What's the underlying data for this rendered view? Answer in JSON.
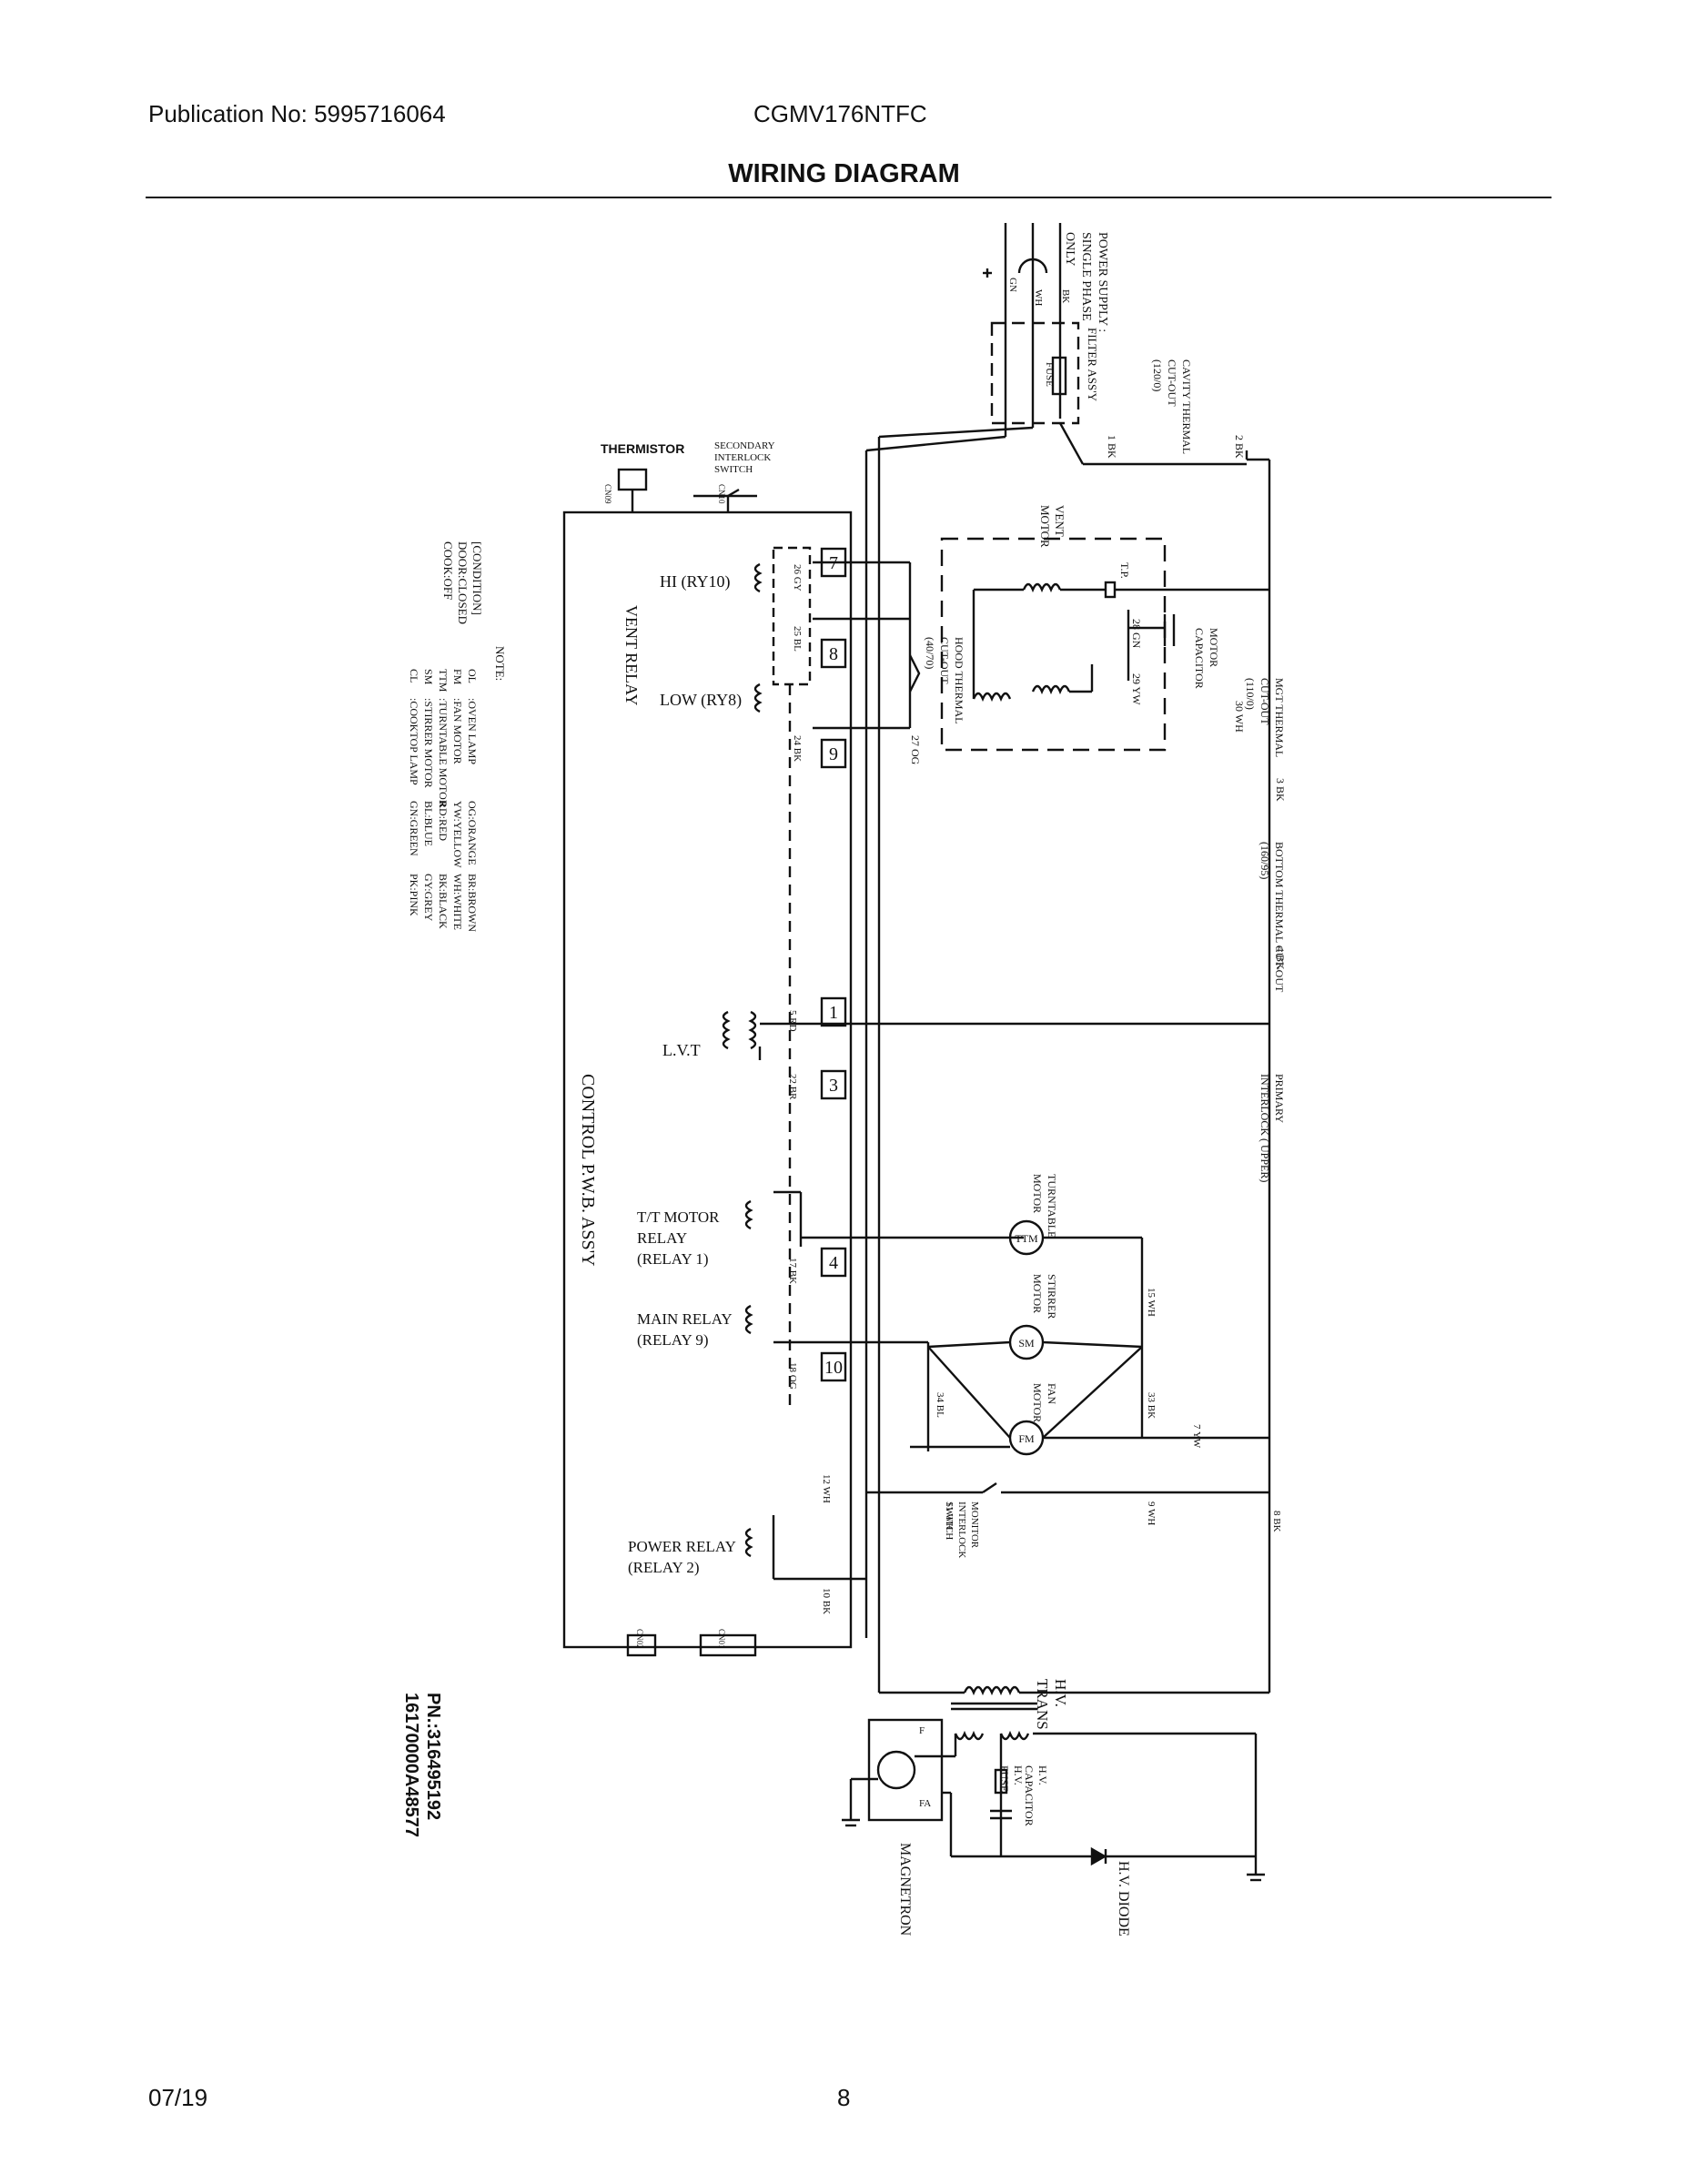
{
  "header": {
    "publication": "Publication No: 5995716064",
    "model": "CGMV176NTFC",
    "title": "WIRING DIAGRAM"
  },
  "footer": {
    "date": "07/19",
    "page_number": "8"
  },
  "pn": {
    "line1": "PN.:316495192",
    "line2": "16170000A48577"
  },
  "labels": {
    "power_supply": "POWER SUPPLY :",
    "single_phase": "SINGLE PHASE",
    "only": "ONLY",
    "wire_gn": "GN",
    "wire_wh": "WH",
    "wire_bk": "BK",
    "filter": "FILTER ASS'Y",
    "fuse": "FUSE",
    "cavity_thermal": "CAVITY THERMAL",
    "cavity_cutout": "CUT-OUT",
    "cavity_rating": "(120/0)",
    "thermistor": "THERMISTOR",
    "secondary_1": "SECONDARY",
    "secondary_2": "INTERLOCK",
    "secondary_3": "SWITCH",
    "vent_motor_1": "VENT",
    "vent_motor_2": "MOTOR",
    "tp": "T.P.",
    "motor_capacitor_1": "MOTOR",
    "motor_capacitor_2": "CAPACITOR",
    "hood_thermal_1": "HOOD THERMAL",
    "hood_thermal_2": "CUT-OUT",
    "hood_thermal_3": "(40/70)",
    "mgt_thermal_1": "MGT THERMAL",
    "mgt_thermal_2": "CUT-OUT",
    "mgt_thermal_3": "(110/0)",
    "bottom_thermal_1": "BOTTOM THERMAL CUT-OUT",
    "bottom_thermal_2": "(160/95)",
    "primary_interlock_1": "PRIMARY",
    "primary_interlock_2": "INTERLOCK ( UPPER)",
    "hi_relay": "HI  (RY10)",
    "low_relay": "LOW  (RY8)",
    "vent_relay": "VENT RELAY",
    "lvt": "L.V.T",
    "control_pwb": "CONTROL  P.W.B.  ASS'Y",
    "tt_motor_relay_1": "T/T MOTOR",
    "tt_motor_relay_2": "RELAY",
    "tt_motor_relay_3": "(RELAY 1)",
    "main_relay_1": "MAIN RELAY",
    "main_relay_2": "(RELAY 9)",
    "power_relay_1": "POWER RELAY",
    "power_relay_2": "(RELAY 2)",
    "turntable_motor_1": "TURNTABLE",
    "turntable_motor_2": "MOTOR",
    "stirrer_motor_1": "STIRRER",
    "stirrer_motor_2": "MOTOR",
    "fan_motor_1": "FAN",
    "fan_motor_2": "MOTOR",
    "monitor_switch_1": "MONITOR",
    "monitor_switch_2": "INTERLOCK",
    "monitor_switch_3": "SWITCH",
    "hv_trans_1": "H.V.",
    "hv_trans_2": "TRANS",
    "hv_fuse_1": "H.V.",
    "hv_fuse_2": "FUSE",
    "hv_cap_1": "H.V.",
    "hv_cap_2": "CAPACITOR",
    "hv_diode": "H.V. DIODE",
    "magnetron": "MAGNETRON",
    "mag_f": "F",
    "mag_fa": "FA",
    "motor_tt": "TTM",
    "motor_sm": "SM",
    "motor_fm": "FM"
  },
  "terminals": [
    "7",
    "8",
    "9",
    "1",
    "3",
    "4",
    "10"
  ],
  "wires": {
    "w1": "1 BK",
    "w2": "2 BK",
    "w30": "30 WH",
    "w3": "3 BK",
    "w4": "4 BK",
    "w26": "26 GY",
    "w25": "25 BL",
    "w24": "24 BK",
    "w27": "27 OG",
    "w28": "28 GN",
    "w29": "29 YW",
    "w5": "5 RD",
    "w22": "22 BR",
    "w17": "17 BK",
    "w18": "18 OG",
    "w15": "15 WH",
    "w34": "34 BL",
    "w33": "33 BK",
    "w7": "7 YW",
    "w12": "12 WH",
    "w11": "11 WH",
    "w9": "9 WH",
    "w8": "8 BK",
    "w10": "10 BK"
  },
  "connectors": {
    "cn_a": "CN09",
    "cn_b": "CN10",
    "cn_c": "CN02",
    "cn_d": "CN01"
  },
  "note": {
    "condition_title": "[CONDITION]",
    "condition_1": "DOOR:CLOSED",
    "condition_2": "COOK:OFF",
    "note_title": "NOTE:",
    "legend": [
      {
        "sym": "OL",
        "text": ":OVEN LAMP"
      },
      {
        "sym": "FM",
        "text": ":FAN MOTOR"
      },
      {
        "sym": "TTM",
        "text": ":TURNTABLE MOTOR"
      },
      {
        "sym": "SM",
        "text": ":STIRRER MOTOR"
      },
      {
        "sym": "CL",
        "text": ":COOKTOP LAMP"
      }
    ],
    "colors_col1": [
      "OG:ORANGE",
      "YW:YELLOW",
      "RD:RED",
      "BL:BLUE",
      "GN:GREEN"
    ],
    "colors_col2": [
      "BR:BROWN",
      "WH:WHITE",
      "BK:BLACK",
      "GY:GREY",
      "PK:PINK"
    ]
  }
}
